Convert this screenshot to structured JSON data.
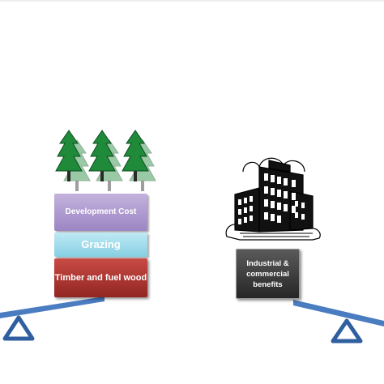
{
  "left_side": {
    "development_cost": "Development Cost",
    "grazing": "Grazing",
    "timber": "Timber and fuel wood"
  },
  "right_side": {
    "industrial": "Industrial & commercial benefits"
  },
  "colors": {
    "development_cost": "#b19fd3",
    "grazing": "#a8dfee",
    "timber": "#b3332f",
    "industrial": "#333333",
    "seesaw": "#4a7cc0",
    "tree": "#1f8a3a"
  }
}
